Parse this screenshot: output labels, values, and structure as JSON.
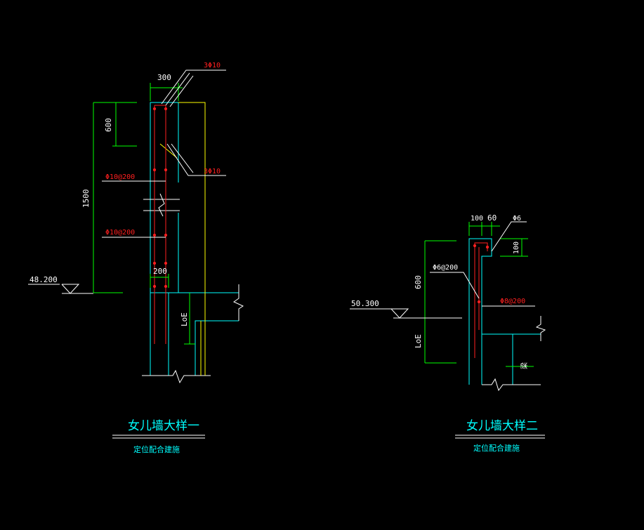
{
  "colors": {
    "background": "#000000",
    "concrete_outline": "#00ffff",
    "rebar": "#ff2020",
    "dimension": "#00ff00",
    "finish_layer": "#ffff00",
    "leader": "#ffffff",
    "title": "#00ffff"
  },
  "detail1": {
    "dim_width": "300",
    "dim_top_zone": "600",
    "dim_height": "1500",
    "dim_base_width": "200",
    "dim_anchor": "LoE",
    "label_top_bars": "3Φ10",
    "label_mid_bars": "3Φ10",
    "label_stirrup_1": "Φ10@200",
    "label_stirrup_2": "Φ10@200",
    "elevation": "48.200",
    "title": "女儿墙大样一",
    "subtitle": "定位配合建施"
  },
  "detail2": {
    "dim_w1": "100",
    "dim_w2": "60",
    "dim_h_small": "100",
    "dim_height": "600",
    "dim_anchor": "LoE",
    "label_bar": "Φ6",
    "label_stirrup_1": "Φ6@200",
    "label_stirrup_2": "Φ8@200",
    "label_beam": "梁",
    "elevation": "50.300",
    "title": "女儿墙大样二",
    "subtitle": "定位配合建施"
  }
}
